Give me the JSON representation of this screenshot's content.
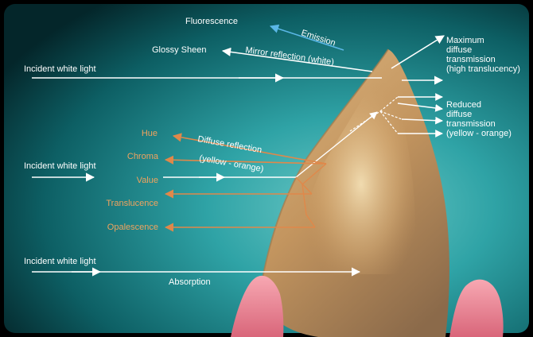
{
  "colors": {
    "background_dark": "#04262a",
    "background_teal": "#2fa3a6",
    "arrow_white": "#ffffff",
    "arrow_orange": "#e0884a",
    "arrow_blue": "#5ab7e6",
    "text_orange": "#f0a35e",
    "gum_pink": "#e7818f",
    "tooth_body": "#c99a63"
  },
  "labels": {
    "fluorescence": "Fluorescence",
    "emission": "Emission",
    "glossy_sheen": "Glossy Sheen",
    "mirror_reflection": "Mirror reflection (white)",
    "incident_1": "Incident white light",
    "incident_2": "Incident white light",
    "incident_3": "Incident white light",
    "max_diffuse": [
      "Maximum",
      "diffuse",
      "transmission",
      "(high translucency)"
    ],
    "reduced_diffuse": [
      "Reduced",
      "diffuse",
      "transmission",
      "(yellow - orange)"
    ],
    "diffuse_reflection": "Diffuse reflection",
    "diffuse_reflection_sub": "(yellow - orange)",
    "hue": "Hue",
    "chroma": "Chroma",
    "value": "Value",
    "translucence": "Translucence",
    "opalescence": "Opalescence",
    "absorption": "Absorption"
  },
  "icons": {
    "tooth": "tooth-illustration",
    "gums": "gum-tissue"
  }
}
